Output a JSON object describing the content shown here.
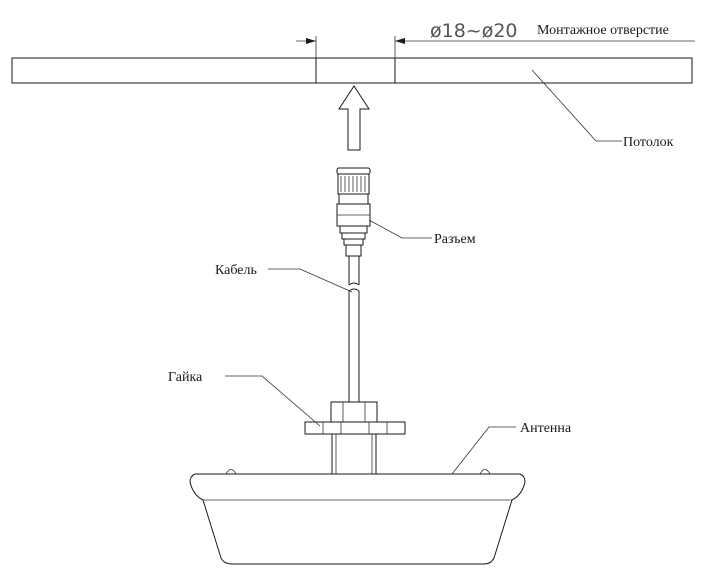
{
  "labels": {
    "mounting_hole": "Монтажное отверстие",
    "ceiling": "Потолок",
    "connector": "Разъем",
    "cable": "Кабель",
    "nut": "Гайка",
    "antenna": "Антенна"
  },
  "dimension": {
    "text": "ø18~ø20"
  },
  "colors": {
    "line": "#1a1a1a",
    "dimension_text": "#555555",
    "background": "#ffffff"
  }
}
